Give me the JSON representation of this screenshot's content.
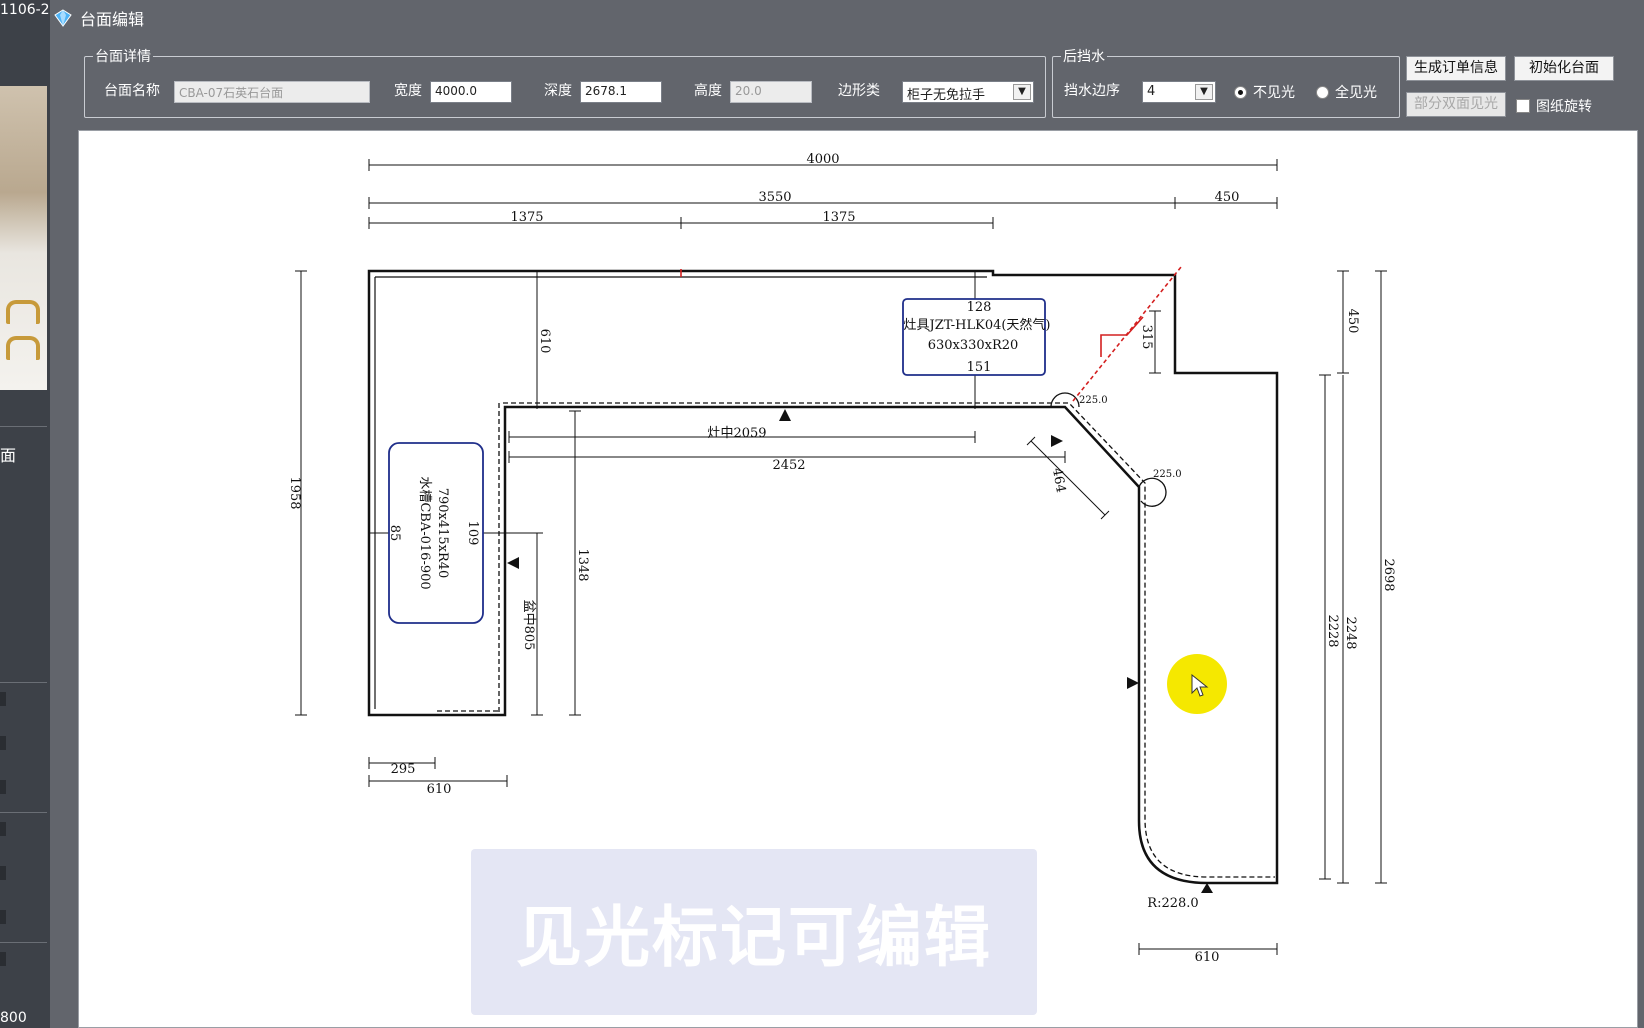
{
  "left_strip": {
    "code": "1106-2",
    "face_label": "面",
    "bottom_value": "800"
  },
  "window": {
    "title": "台面编辑"
  },
  "details": {
    "legend": "台面详情",
    "name_label": "台面名称",
    "name_value": "CBA-07石英石台面",
    "width_label": "宽度",
    "width_value": "4000.0",
    "depth_label": "深度",
    "depth_value": "2678.1",
    "height_label": "高度",
    "height_value": "20.0",
    "edge_label": "边形类",
    "edge_value": "柜子无免拉手"
  },
  "backsplash": {
    "legend": "后挡水",
    "order_label": "挡水边序",
    "order_value": "4",
    "radio_invisible": "不见光",
    "radio_visible": "全见光",
    "selected": "不见光"
  },
  "buttons": {
    "generate_order": "生成订单信息",
    "init_top": "初始化台面",
    "partial_double": "部分双面见光",
    "rotate_label": "图纸旋转"
  },
  "drawing": {
    "dim_4000": "4000",
    "dim_3550": "3550",
    "dim_450_top": "450",
    "dim_1375_a": "1375",
    "dim_1375_b": "1375",
    "dim_610_inner": "610",
    "dim_1958": "1958",
    "dim_1348": "1348",
    "dim_85": "85",
    "dim_109": "109",
    "sink_line1": "水槽CBA-016-900",
    "sink_line2": "790x415xR40",
    "basin_center": "盆中805",
    "stove_center": "灶中2059",
    "dim_2452": "2452",
    "stove_128": "128",
    "stove_line1": "灶具JZT-HLK04(天然气)",
    "stove_line2": "630x330xR20",
    "stove_151": "151",
    "dim_315": "315",
    "angle_1": "225.0",
    "angle_2": "225.0",
    "dim_464": "464",
    "dim_450_right": "450",
    "dim_2698": "2698",
    "dim_2248": "2248",
    "dim_2228": "2228",
    "dim_295": "295",
    "dim_610_bottom": "610",
    "radius": "R:228.0",
    "dim_610_right": "610",
    "watermark": "见光标记可编辑"
  },
  "colors": {
    "accent_red": "#d42020",
    "box_navy": "#1f2e8a",
    "cursor_yellow": "#f5e800"
  }
}
